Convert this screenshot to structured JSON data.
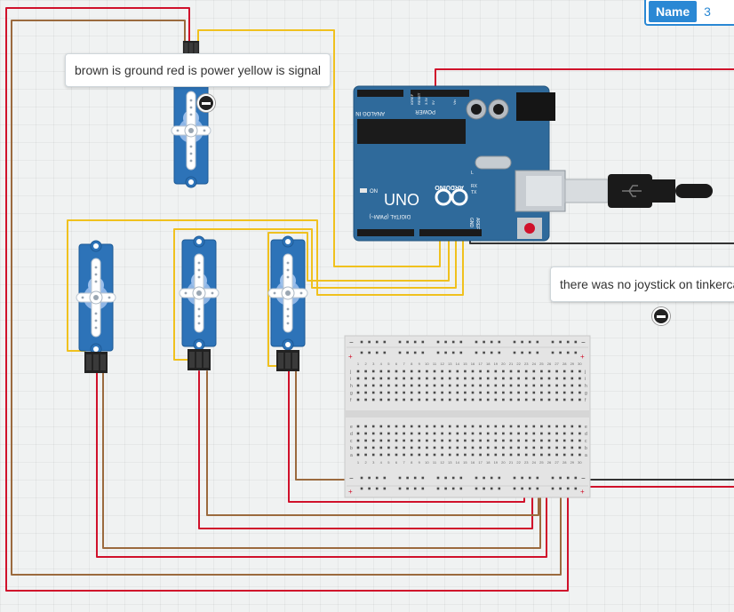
{
  "annotations": {
    "note1": "brown is ground red is power yellow is signal",
    "note2": "there was no joystick on tinkercad"
  },
  "properties_panel": {
    "label": "Name",
    "value": "3"
  },
  "arduino": {
    "board_label": "UNO",
    "brand": "ARDUINO",
    "power_header": "POWER",
    "analog_header": "ANALOG IN",
    "digital_header": "DIGITAL (PWM~)",
    "on_label": "ON",
    "tx_label": "TX",
    "rx_label": "RX",
    "l_label": "L",
    "aref": "AREF",
    "gnd": "GND",
    "ioref": "IOREF",
    "reset": "RESET",
    "v33": "3.3V",
    "v5": "5V",
    "vin": "Vin"
  },
  "breadboard": {
    "rail_minus": "−",
    "rail_plus": "+",
    "row_letters_top": [
      "j",
      "i",
      "h",
      "g",
      "f"
    ],
    "row_letters_bottom": [
      "e",
      "d",
      "c",
      "b",
      "a"
    ],
    "columns": [
      "1",
      "2",
      "3",
      "4",
      "5",
      "6",
      "7",
      "8",
      "9",
      "10",
      "11",
      "12",
      "13",
      "14",
      "15",
      "16",
      "17",
      "18",
      "19",
      "20",
      "21",
      "22",
      "23",
      "24",
      "25",
      "26",
      "27",
      "28",
      "29",
      "30"
    ]
  },
  "colors": {
    "wire_red": "#d0112b",
    "wire_brown": "#9b6a3e",
    "wire_yellow": "#f0c11e",
    "wire_black": "#333333",
    "arduino_blue": "#2f6a9b",
    "servo_blue": "#2d73b8",
    "accent": "#2a88d4"
  }
}
